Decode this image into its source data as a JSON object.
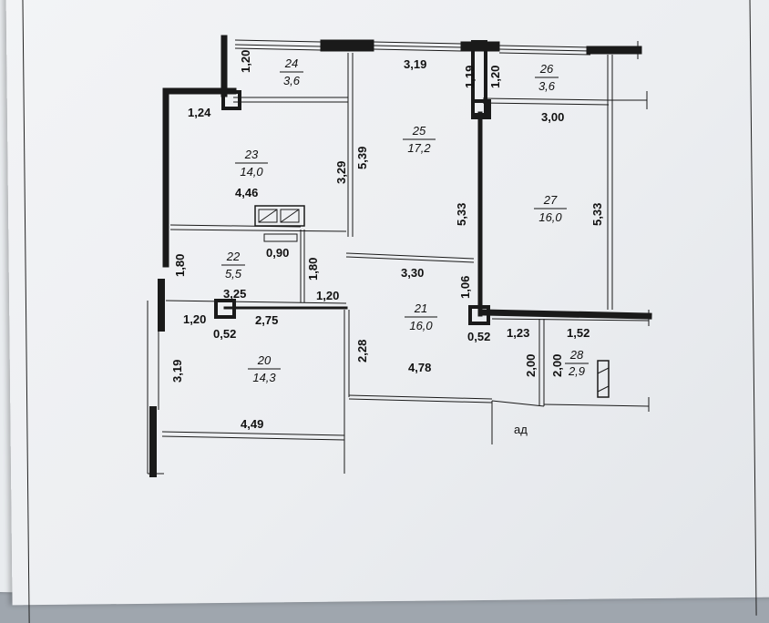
{
  "rooms": [
    {
      "number": "24",
      "area": "3,6"
    },
    {
      "number": "26",
      "area": "3,6"
    },
    {
      "number": "23",
      "area": "14,0"
    },
    {
      "number": "25",
      "area": "17,2"
    },
    {
      "number": "27",
      "area": "16,0"
    },
    {
      "number": "22",
      "area": "5,5"
    },
    {
      "number": "21",
      "area": "16,0"
    },
    {
      "number": "20",
      "area": "14,3"
    },
    {
      "number": "28",
      "area": "2,9"
    }
  ],
  "dimensions": [
    "1,20",
    "3,19",
    "1,19",
    "1,20",
    "1,24",
    "3,00",
    "5,39",
    "3,29",
    "4,46",
    "5,33",
    "5,33",
    "0,90",
    "1,80",
    "1,80",
    "3,30",
    "1,06",
    "3,25",
    "1,20",
    "1,20",
    "2,75",
    "0,52",
    "0,52",
    "2,28",
    "4,78",
    "1,23",
    "1,52",
    "2,00",
    "2,00",
    "3,19",
    "4,49"
  ],
  "marks": {
    "ad": "ад"
  }
}
